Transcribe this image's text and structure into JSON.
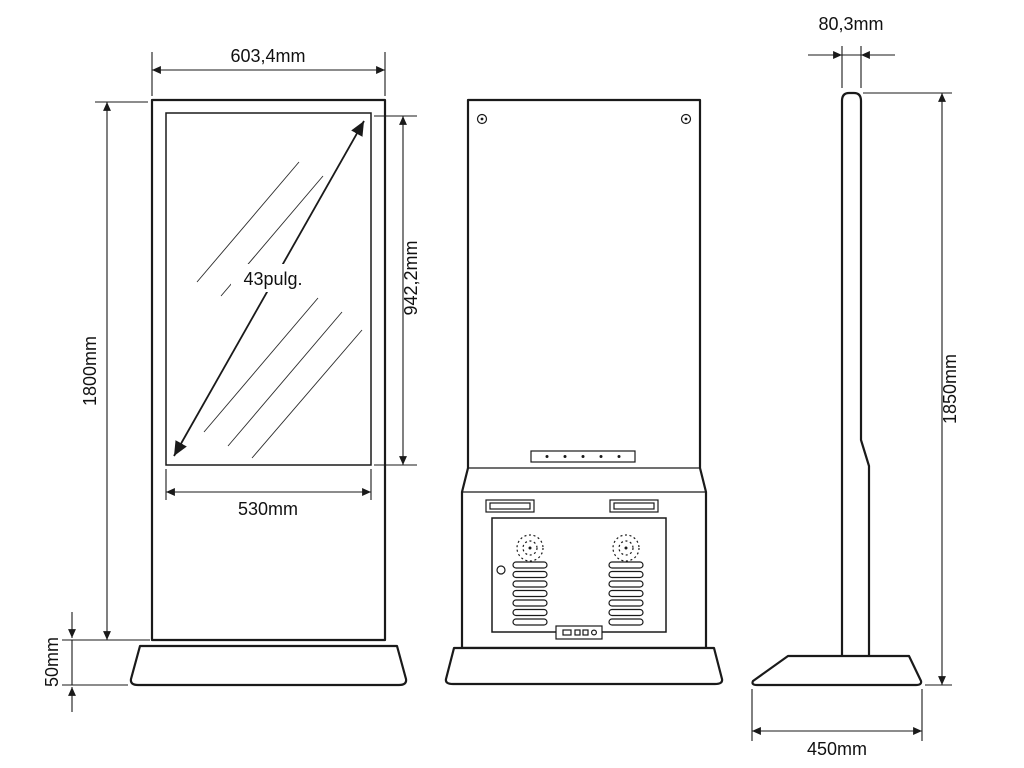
{
  "drawing": {
    "title": "Kiosk totem dimensional drawing",
    "views": [
      "front",
      "rear",
      "side"
    ],
    "labels": {
      "front_overall_width": "603,4mm",
      "front_body_height": "1800mm",
      "base_height": "50mm",
      "screen_width": "530mm",
      "screen_height": "942,2mm",
      "screen_diagonal": "43pulg.",
      "side_thickness": "80,3mm",
      "total_height": "1850mm",
      "base_depth": "450mm"
    },
    "colors": {
      "line": "#1a1a1a",
      "background": "#ffffff",
      "text": "#111111"
    }
  }
}
